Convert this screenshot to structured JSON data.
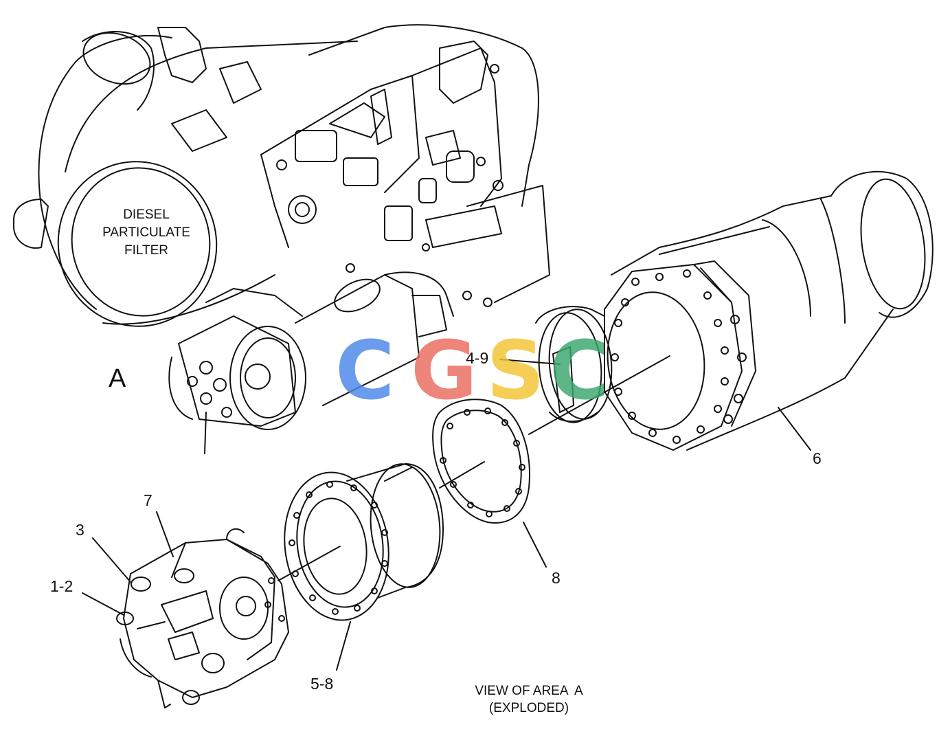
{
  "drawing": {
    "area_label": "A",
    "dpf_label": [
      "DIESEL",
      "PARTICULATE",
      "FILTER"
    ],
    "view_caption": [
      "VIEW OF AREA  A",
      "(EXPLODED)"
    ]
  },
  "callouts": [
    {
      "id": "c1",
      "text": "4-9"
    },
    {
      "id": "c2",
      "text": "6"
    },
    {
      "id": "c3",
      "text": "7"
    },
    {
      "id": "c4",
      "text": "3"
    },
    {
      "id": "c5",
      "text": "1-2"
    },
    {
      "id": "c6",
      "text": "8"
    },
    {
      "id": "c7",
      "text": "5-8"
    }
  ],
  "watermark": {
    "letters": [
      "C",
      "G",
      "S",
      "C"
    ],
    "colors": [
      "#4a86e8",
      "#ea6b5f",
      "#f4c430",
      "#3aa76d"
    ]
  }
}
